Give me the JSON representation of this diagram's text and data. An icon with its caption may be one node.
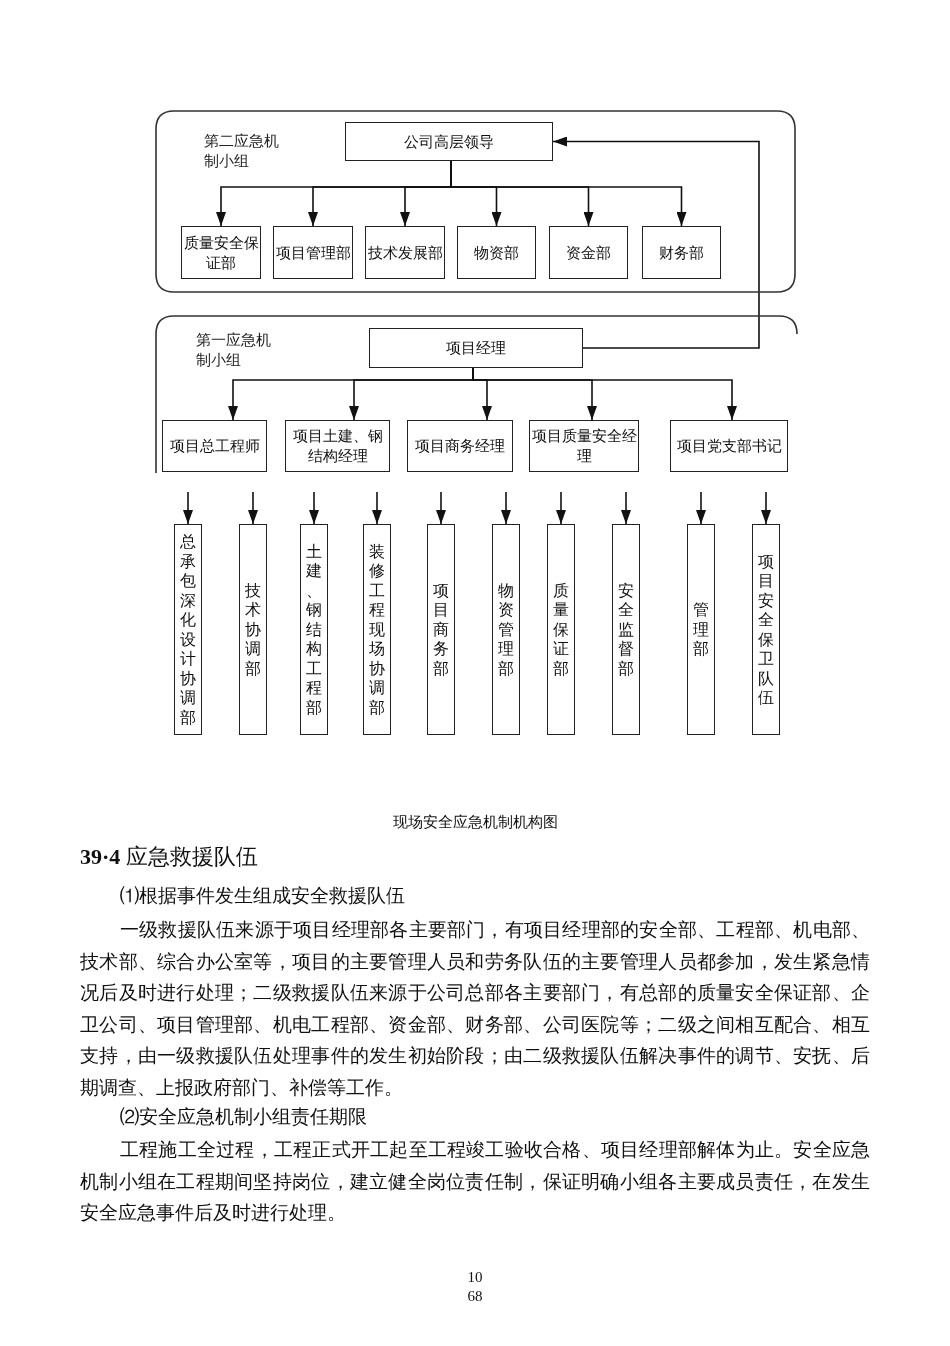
{
  "diagram": {
    "caption": "现场安全应急机制机构图",
    "nodes": [
      {
        "text": [
          "第二应急机制小组"
        ]
      },
      {
        "text": [
          "公司高层领导"
        ],
        "in": 0
      },
      {
        "text": [
          "质量安全保证部"
        ],
        "in": 0
      },
      {
        "text": [
          "项目管理部"
        ],
        "in": 0
      },
      {
        "text": [
          "技术发展部"
        ],
        "in": 0
      },
      {
        "text": [
          "物资部"
        ],
        "in": 0
      },
      {
        "text": [
          "资金部"
        ],
        "in": 0
      },
      {
        "text": [
          "财务部"
        ],
        "in": 0
      },
      {
        "text": [
          "第一应急机制小组"
        ]
      },
      {
        "text": [
          "项目经理"
        ],
        "in": 8
      },
      {
        "text": [
          "项目总工程师"
        ],
        "in": 8
      },
      {
        "text": [
          "项目土建、钢结构经理"
        ],
        "in": 8
      },
      {
        "text": [
          "项目商务经理"
        ],
        "in": 8
      },
      {
        "text": [
          "项目质量安全经理"
        ],
        "in": 8
      },
      {
        "text": [
          "项目党支部书记"
        ],
        "in": 8
      },
      {
        "text": [
          "总承包深化设计协调部"
        ]
      },
      {
        "text": [
          "技术协调部"
        ]
      },
      {
        "text": [
          "土建、钢结构工程部"
        ]
      },
      {
        "text": [
          "装修工程现场协调部"
        ]
      },
      {
        "text": [
          "项目商务部"
        ]
      },
      {
        "text": [
          "物资管理部"
        ]
      },
      {
        "text": [
          "质量保证部"
        ]
      },
      {
        "text": [
          "安全监督部"
        ]
      },
      {
        "text": [
          "管理部"
        ]
      },
      {
        "text": [
          "项目安全保卫队伍"
        ]
      }
    ],
    "edges": [
      {
        "from": 1,
        "to": 2,
        "arrow": "to"
      },
      {
        "from": 1,
        "to": 3,
        "arrow": "to"
      },
      {
        "from": 1,
        "to": 4,
        "arrow": "to"
      },
      {
        "from": 1,
        "to": 5,
        "arrow": "to"
      },
      {
        "from": 1,
        "to": 6,
        "arrow": "to"
      },
      {
        "from": 1,
        "to": 7,
        "arrow": "to"
      },
      {
        "from": 9,
        "to": 1,
        "arrow": "to"
      },
      {
        "from": 9,
        "to": 10,
        "arrow": "to"
      },
      {
        "from": 9,
        "to": 11,
        "arrow": "to"
      },
      {
        "from": 9,
        "to": 12,
        "arrow": "to"
      },
      {
        "from": 9,
        "to": 13,
        "arrow": "to"
      },
      {
        "from": 9,
        "to": 14,
        "arrow": "to"
      },
      {
        "from": null,
        "to": 15,
        "arrow": "to"
      },
      {
        "from": null,
        "to": 16,
        "arrow": "to"
      },
      {
        "from": null,
        "to": 17,
        "arrow": "to"
      },
      {
        "from": null,
        "to": 18,
        "arrow": "to"
      },
      {
        "from": null,
        "to": 19,
        "arrow": "to"
      },
      {
        "from": null,
        "to": 20,
        "arrow": "to"
      },
      {
        "from": null,
        "to": 21,
        "arrow": "to"
      },
      {
        "from": null,
        "to": 22,
        "arrow": "to"
      },
      {
        "from": null,
        "to": 23,
        "arrow": "to"
      },
      {
        "from": null,
        "to": 24,
        "arrow": "to"
      }
    ],
    "labels": [
      "**39·4** 应急救援队伍",
      "⑴根据事件发生组成安全救援队伍",
      "一级救援队伍来源于项目经理部各主要部门，有项目经理部的安全部、工程部、机电部、技术部、综合办公室等，项目的主要管理人员和劳务队伍的主要管理人员都参加，发生紧急情况后及时进行处理；二级救援队伍来源于公司总部各主要部门，有总部的质量安全保证部、企卫公司、项目管理部、机电工程部、资金部、财务部、公司医院等；二级之间相互配合、相互支持，由一级救援队伍处理事件的发生初始阶段；由二级救援队伍解决事件的调节、安抚、后期调查、上报政府部门、补偿等工作。",
      "⑵安全应急机制小组责任期限",
      "工程施工全过程，工程正式开工起至工程竣工验收合格、项目经理部解体为止。安全应急机制小组在工程期间坚持岗位，建立健全岗位责任制，保证明确小组各主要成员责任，在发生安全应急事件后及时进行处理。",
      "10",
      "68"
    ]
  }
}
